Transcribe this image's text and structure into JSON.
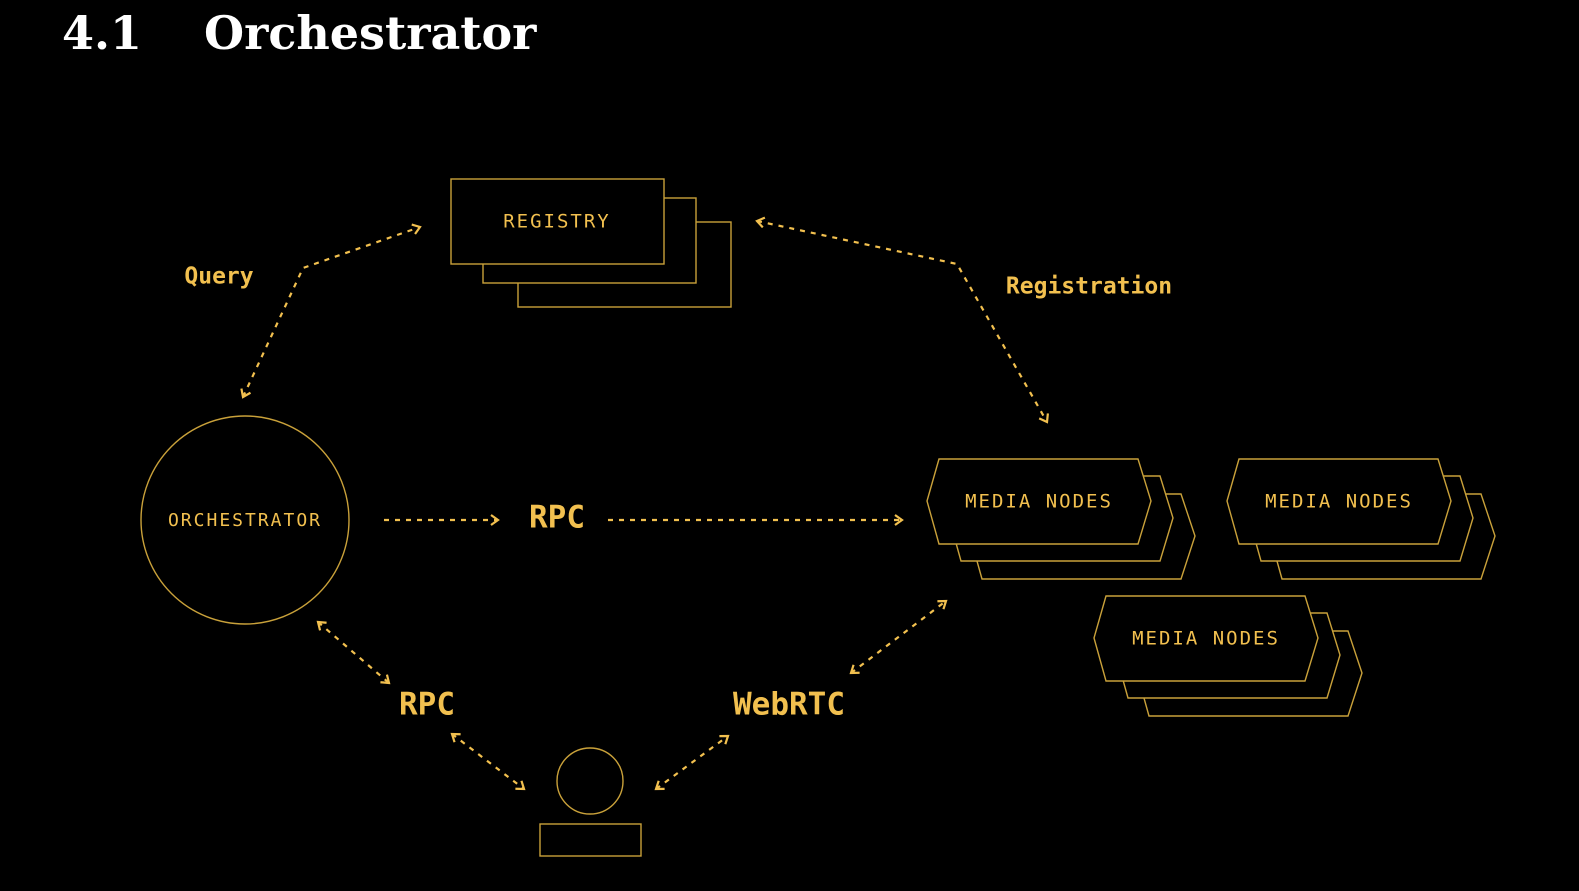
{
  "heading": {
    "number": "4.1",
    "title": "Orchestrator"
  },
  "nodes": {
    "registry": "REGISTRY",
    "orchestrator": "ORCHESTRATOR",
    "media_nodes": [
      "MEDIA NODES",
      "MEDIA NODES",
      "MEDIA NODES"
    ]
  },
  "edges": {
    "query": "Query",
    "registration": "Registration",
    "rpc_main": "RPC",
    "rpc_client": "RPC",
    "webrtc": "WebRTC"
  },
  "colors": {
    "accent": "#f2c04f",
    "stroke": "#c9a13a",
    "background": "#000000"
  }
}
